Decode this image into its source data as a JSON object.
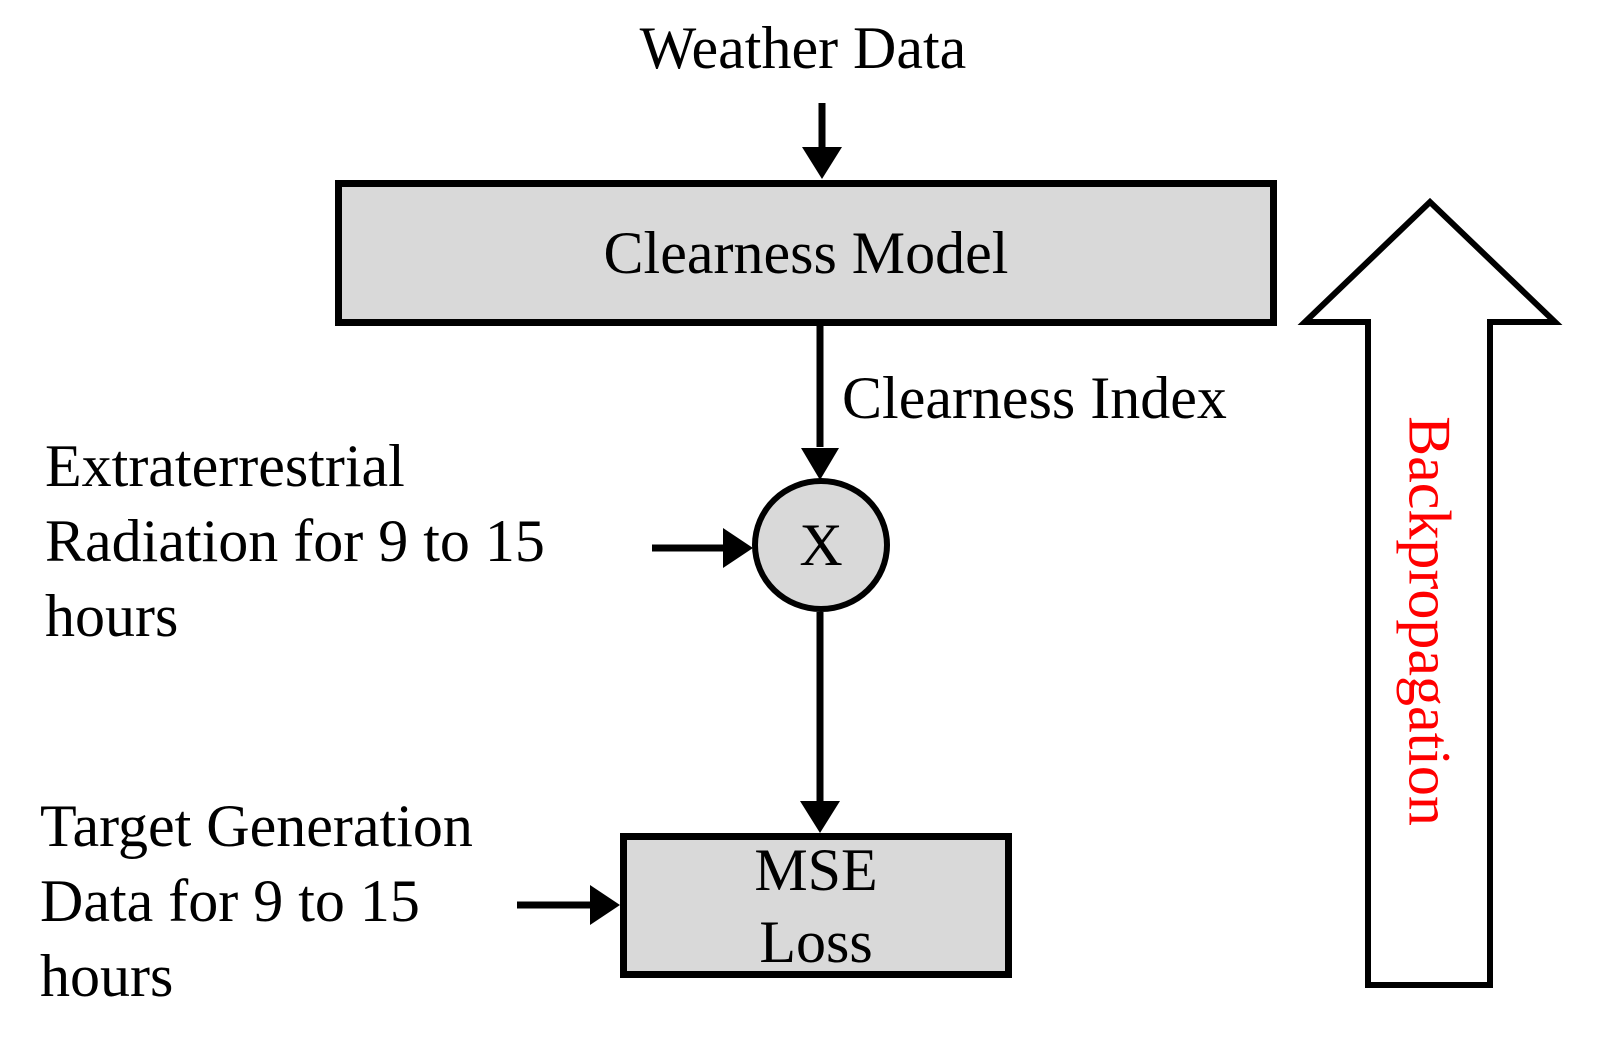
{
  "diagram": {
    "description": "Clearness model training flow diagram",
    "colors": {
      "background": "#ffffff",
      "node_fill": "#d9d9d9",
      "node_border": "#000000",
      "arrow": "#000000",
      "backprop_arrow_fill": "#ffffff",
      "backprop_arrow_border": "#000000",
      "backprop_text_color": "#ff0000"
    },
    "nodes": {
      "weather_data": "Weather Data",
      "clearness_model": "Clearness Model",
      "clearness_index": "Clearness Index",
      "multiply_operator": "X",
      "extraterrestrial_input": "Extraterrestrial\nRadiation for 9 to 15\nhours",
      "target_input": "Target Generation\nData for 9 to 15\nhours",
      "mse_loss": "MSE\nLoss",
      "backpropagation": "Backpropagation"
    }
  }
}
